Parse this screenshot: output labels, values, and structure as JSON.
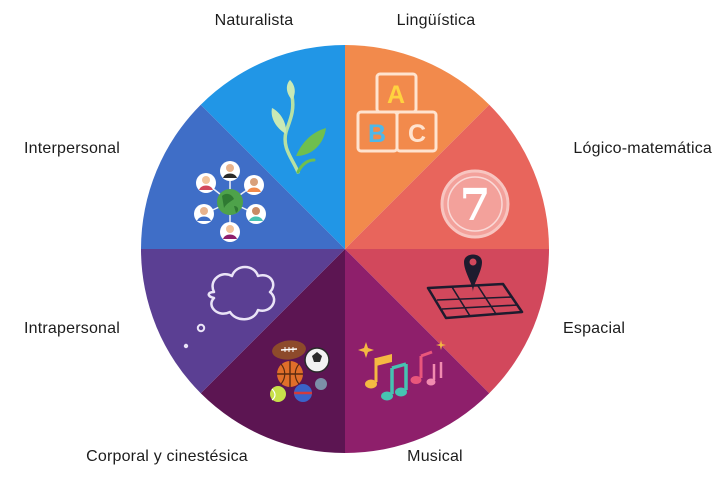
{
  "diagram": {
    "segments": [
      {
        "label": "Naturalista",
        "color": "#2196e6",
        "icon": "sprout-icon"
      },
      {
        "label": "Lingüística",
        "color": "#f28a4c",
        "icon": "alphabet-blocks-icon"
      },
      {
        "label": "Lógico-matemática",
        "color": "#e8655c",
        "icon": "number-seven-icon"
      },
      {
        "label": "Espacial",
        "color": "#d2485c",
        "icon": "map-pin-icon"
      },
      {
        "label": "Musical",
        "color": "#8e1f6b",
        "icon": "music-notes-icon"
      },
      {
        "label": "Corporal y cinestésica",
        "color": "#5c1552",
        "icon": "sports-balls-icon"
      },
      {
        "label": "Intrapersonal",
        "color": "#5b3f93",
        "icon": "thought-cloud-icon"
      },
      {
        "label": "Interpersonal",
        "color": "#3f6ec7",
        "icon": "people-network-icon"
      }
    ],
    "blocks_letters": [
      "A",
      "B",
      "C"
    ],
    "number": "7"
  }
}
